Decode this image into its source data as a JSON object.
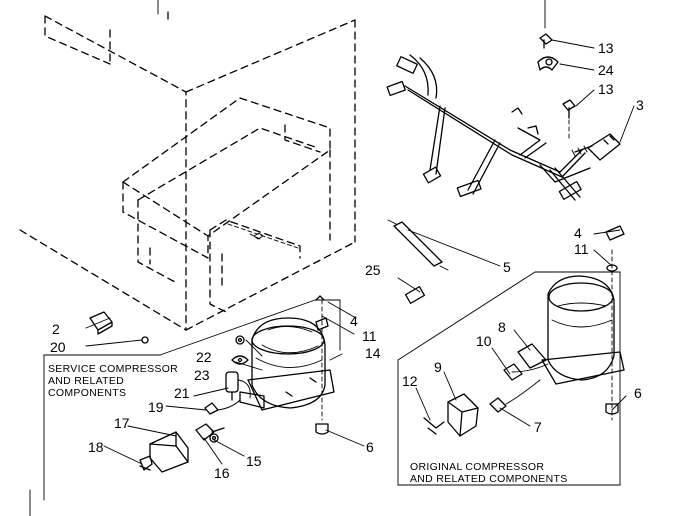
{
  "part_numbers": {
    "p2": "2",
    "p3": "3",
    "p4a": "4",
    "p4b": "4",
    "p5": "5",
    "p6a": "6",
    "p6b": "6",
    "p7": "7",
    "p8": "8",
    "p9": "9",
    "p10": "10",
    "p11a": "11",
    "p11b": "11",
    "p12": "12",
    "p13a": "13",
    "p13b": "13",
    "p14": "14",
    "p15": "15",
    "p16": "16",
    "p17": "17",
    "p18": "18",
    "p19": "19",
    "p20": "20",
    "p21": "21",
    "p22": "22",
    "p23": "23",
    "p24": "24",
    "p25": "25"
  },
  "captions": {
    "service_line1": "SERVICE COMPRESSOR",
    "service_line2": "AND RELATED",
    "service_line3": "COMPONENTS",
    "original_line1": "ORIGINAL COMPRESSOR",
    "original_line2": "AND RELATED COMPONENTS"
  }
}
